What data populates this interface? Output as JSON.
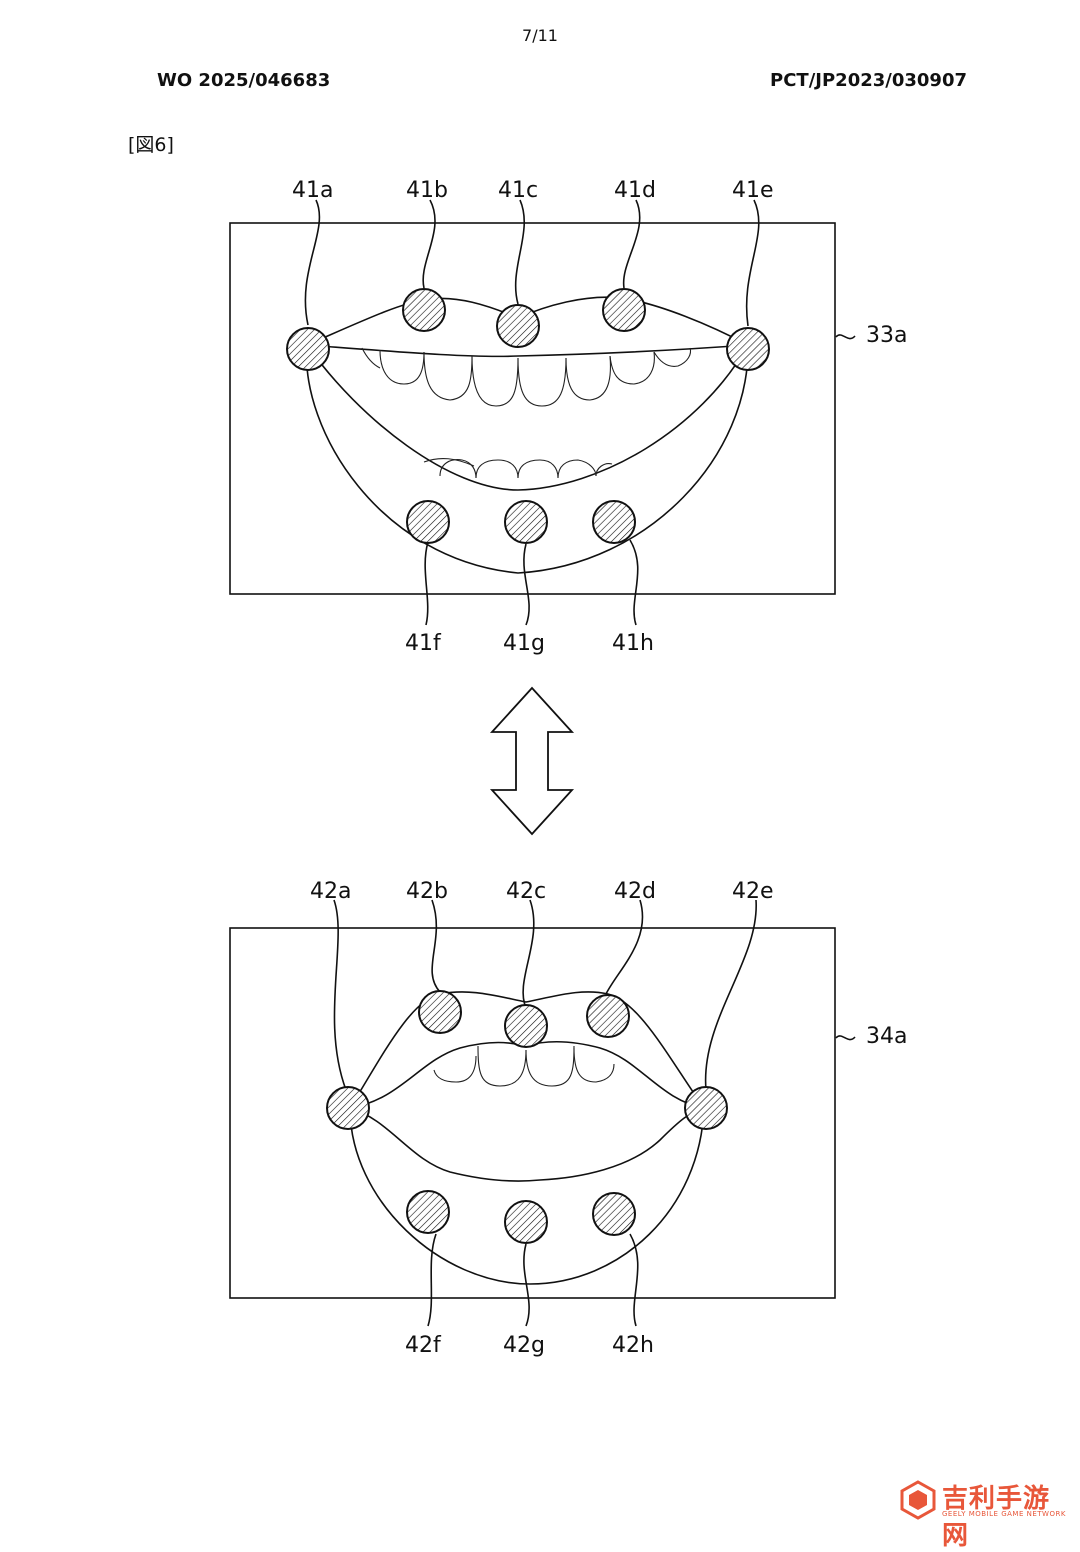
{
  "header": {
    "page_number": "7/11",
    "publication_number": "WO 2025/046683",
    "application_number": "PCT/JP2023/030907"
  },
  "figure": {
    "label": "[図6]",
    "top_panel": {
      "ref": "33a",
      "points": [
        "41a",
        "41b",
        "41c",
        "41d",
        "41e",
        "41f",
        "41g",
        "41h"
      ]
    },
    "bottom_panel": {
      "ref": "34a",
      "points": [
        "42a",
        "42b",
        "42c",
        "42d",
        "42e",
        "42f",
        "42g",
        "42h"
      ]
    },
    "arrow_icon": "double-arrow-vertical-icon"
  },
  "watermark": {
    "text": "吉利手游网",
    "subtext": "GEELY MOBILE GAME NETWORK",
    "icon": "hexagon-logo-icon",
    "color": "#e8573a"
  }
}
